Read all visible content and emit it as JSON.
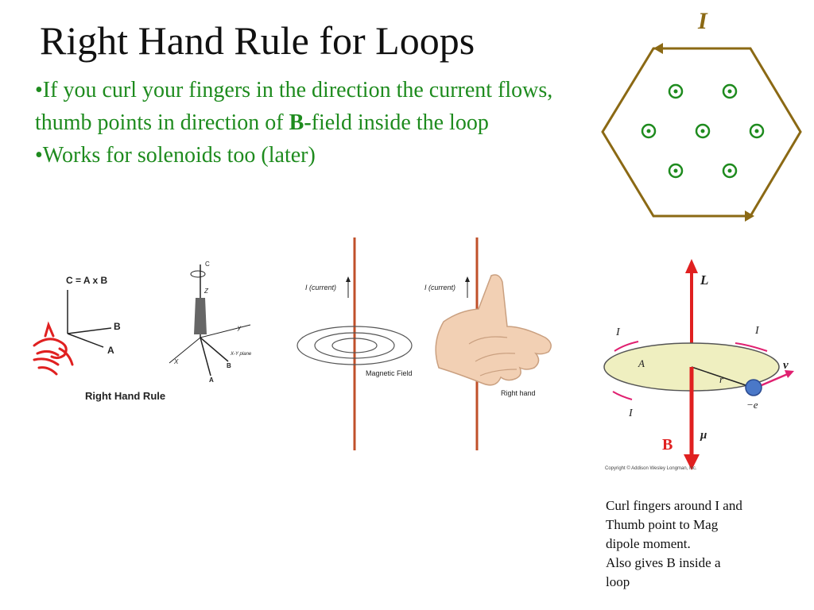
{
  "slide": {
    "title": "Right Hand Rule for Loops",
    "bullet1_lead": "•If you curl your fingers in the direction the current flows, thumb points in direction of ",
    "bullet1_bold": "B-",
    "bullet1_tail": "field inside the loop",
    "bullet2": "•Works for solenoids too (later)",
    "caption": [
      "Curl fingers around I and",
      "Thumb point to Mag",
      "dipole moment.",
      "Also gives B inside a",
      "loop"
    ]
  },
  "hexagon_figure": {
    "current_label": "I",
    "loop_color": "#8b6914",
    "field_dot_color": "#1e8b1e",
    "field_symbol": "out-of-page dot"
  },
  "rhr_figure": {
    "equation": "C = A x B",
    "axis_a": "A",
    "axis_b": "B",
    "caption": "Right Hand Rule",
    "hand_color": "#e02020"
  },
  "axes_figure": {
    "c_label": "C",
    "z_label": "Z",
    "x_label": "X",
    "y_label": "y",
    "plane_label": "X-Y plane",
    "a_label": "A",
    "b_label": "B"
  },
  "wire_figure_left": {
    "current_label": "I (current)",
    "field_label": "Magnetic Field",
    "wire_color": "#c0502a"
  },
  "wire_figure_right": {
    "current_label": "I (current)",
    "hand_label": "Right hand",
    "wire_color": "#c0502a"
  },
  "dipole_figure": {
    "L_label": "L",
    "I_labels": [
      "I",
      "I",
      "I"
    ],
    "A_label": "A",
    "r_label": "r",
    "v_label": "v",
    "e_label": "−e",
    "mu_label": "μ",
    "B_label": "B",
    "copyright": "Copyright © Addison Wesley Longman, Inc.",
    "loop_fill": "#efefc0",
    "arrow_color": "#e02020"
  }
}
